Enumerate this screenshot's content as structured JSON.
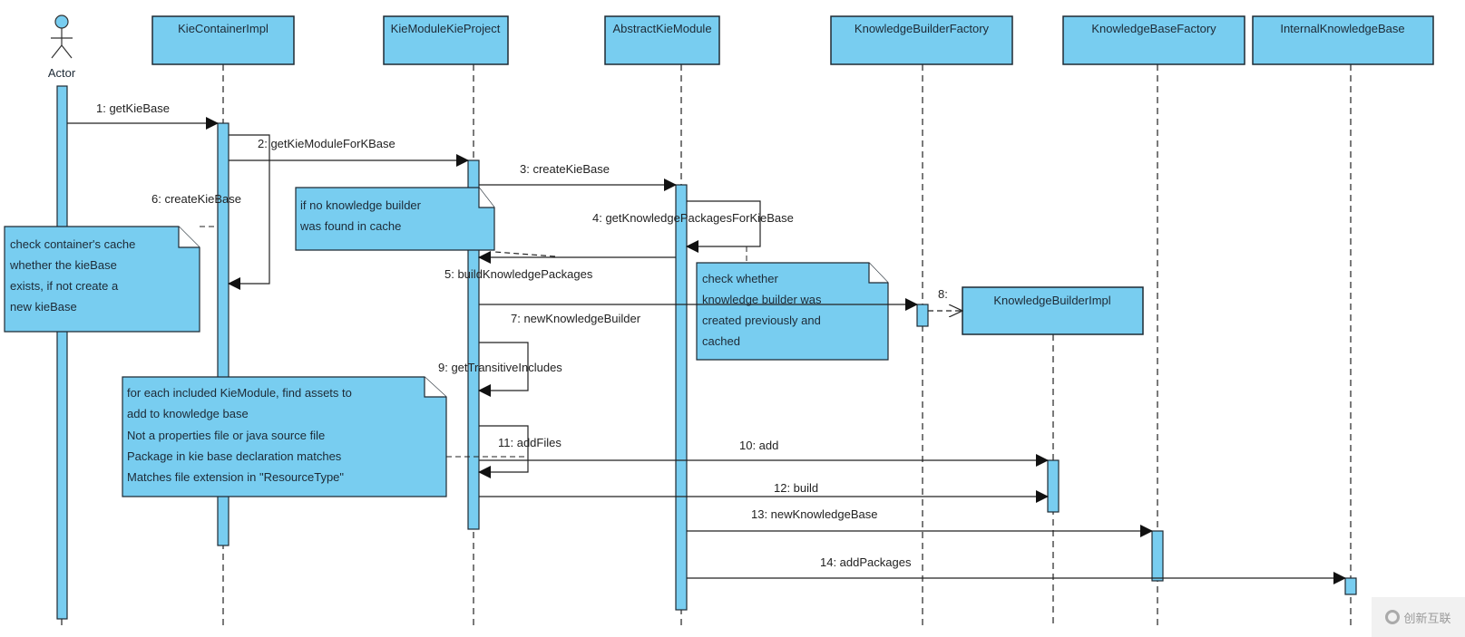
{
  "diagram": {
    "type": "UML sequence diagram",
    "colors": {
      "fill": "#78cdf0",
      "stroke": "#1f2a33",
      "line": "#222222"
    },
    "actor": {
      "label": "Actor"
    },
    "lifelines": [
      {
        "id": "kci",
        "label": "KieContainerImpl"
      },
      {
        "id": "kmkp",
        "label": "KieModuleKieProject"
      },
      {
        "id": "akm",
        "label": "AbstractKieModule"
      },
      {
        "id": "kbf",
        "label": "KnowledgeBuilderFactory"
      },
      {
        "id": "kbsf",
        "label": "KnowledgeBaseFactory"
      },
      {
        "id": "ikb",
        "label": "InternalKnowledgeBase"
      },
      {
        "id": "kbi",
        "label": "KnowledgeBuilderImpl"
      }
    ],
    "messages": [
      {
        "label": "1: getKieBase",
        "from": "actor",
        "to": "kci",
        "kind": "sync"
      },
      {
        "label": "2: getKieModuleForKBase",
        "from": "kci",
        "to": "kmkp",
        "kind": "sync"
      },
      {
        "label": "3: createKieBase",
        "from": "kmkp",
        "to": "akm",
        "kind": "sync"
      },
      {
        "label": "4: getKnowledgePackagesForKieBase",
        "from": "akm",
        "to": "akm",
        "kind": "self"
      },
      {
        "label": "5: buildKnowledgePackages",
        "from": "akm",
        "to": "kmkp",
        "kind": "sync"
      },
      {
        "label": "6: createKieBase",
        "from": "kci",
        "to": "kci",
        "kind": "self"
      },
      {
        "label": "7: newKnowledgeBuilder",
        "from": "kmkp",
        "to": "kbf",
        "kind": "sync"
      },
      {
        "label": "8:",
        "from": "kbf",
        "to": "kbi",
        "kind": "create"
      },
      {
        "label": "9: getTransitiveIncludes",
        "from": "kmkp",
        "to": "kmkp",
        "kind": "self"
      },
      {
        "label": "10: add",
        "from": "kmkp",
        "to": "kbi",
        "kind": "sync"
      },
      {
        "label": "11: addFiles",
        "from": "kmkp",
        "to": "kmkp",
        "kind": "self"
      },
      {
        "label": "12: build",
        "from": "kmkp",
        "to": "kbi",
        "kind": "sync"
      },
      {
        "label": "13: newKnowledgeBase",
        "from": "akm",
        "to": "kbsf",
        "kind": "sync"
      },
      {
        "label": "14: addPackages",
        "from": "akm",
        "to": "ikb",
        "kind": "sync"
      }
    ],
    "notes": [
      {
        "id": "note-container-cache",
        "lines": [
          "check container's cache",
          "whether the kieBase",
          "exists, if not create a",
          "new kieBase"
        ]
      },
      {
        "id": "note-no-builder",
        "lines": [
          "if no knowledge builder",
          "was found in cache"
        ]
      },
      {
        "id": "note-check-builder",
        "lines": [
          "check whether",
          "knowledge builder was",
          "created previously and",
          "cached"
        ]
      },
      {
        "id": "note-each-module",
        "lines": [
          "for each included KieModule, find assets to",
          "add to knowledge base",
          "Not a properties file or java source file",
          "Package in kie base declaration matches",
          "Matches file extension in \"ResourceType\""
        ]
      }
    ]
  },
  "watermark": {
    "text": "创新互联"
  }
}
